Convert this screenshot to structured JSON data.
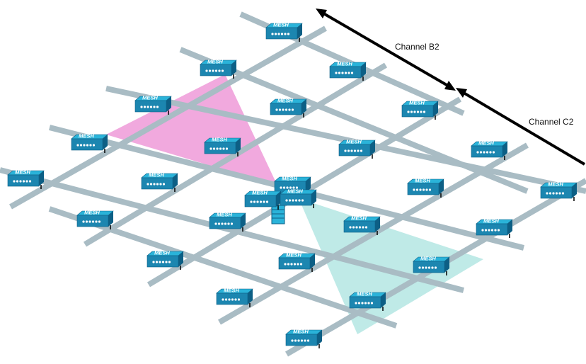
{
  "labels": {
    "channel_b2": "Channel B2",
    "channel_c2": "Channel C2",
    "node_text": "MESH"
  },
  "colors": {
    "grid": "#a9bcc4",
    "node_top": "#2ab3d9",
    "node_front": "#1c86b0",
    "node_side": "#0d5f85",
    "sector_pink": "#ef9ad8",
    "sector_teal": "#b8e8e4",
    "arrow": "#000000"
  },
  "nodes": [
    {
      "name": "mesh-node-0-0"
    },
    {
      "name": "mesh-node-0-1"
    },
    {
      "name": "mesh-node-0-2"
    },
    {
      "name": "mesh-node-0-3"
    },
    {
      "name": "mesh-node-1-0"
    },
    {
      "name": "mesh-node-1-1"
    },
    {
      "name": "mesh-node-1-2"
    },
    {
      "name": "mesh-node-1-3"
    },
    {
      "name": "mesh-node-2-0"
    },
    {
      "name": "mesh-node-2-1"
    },
    {
      "name": "mesh-node-2-2"
    },
    {
      "name": "mesh-node-2-3"
    },
    {
      "name": "mesh-node-3-0"
    },
    {
      "name": "mesh-node-3-1"
    },
    {
      "name": "mesh-node-3-2"
    },
    {
      "name": "mesh-node-3-3"
    },
    {
      "name": "mesh-node-4-0"
    },
    {
      "name": "mesh-node-4-1"
    },
    {
      "name": "mesh-node-4-2"
    },
    {
      "name": "mesh-node-4-3"
    },
    {
      "name": "mesh-node-root-left"
    },
    {
      "name": "mesh-node-root-right"
    }
  ]
}
